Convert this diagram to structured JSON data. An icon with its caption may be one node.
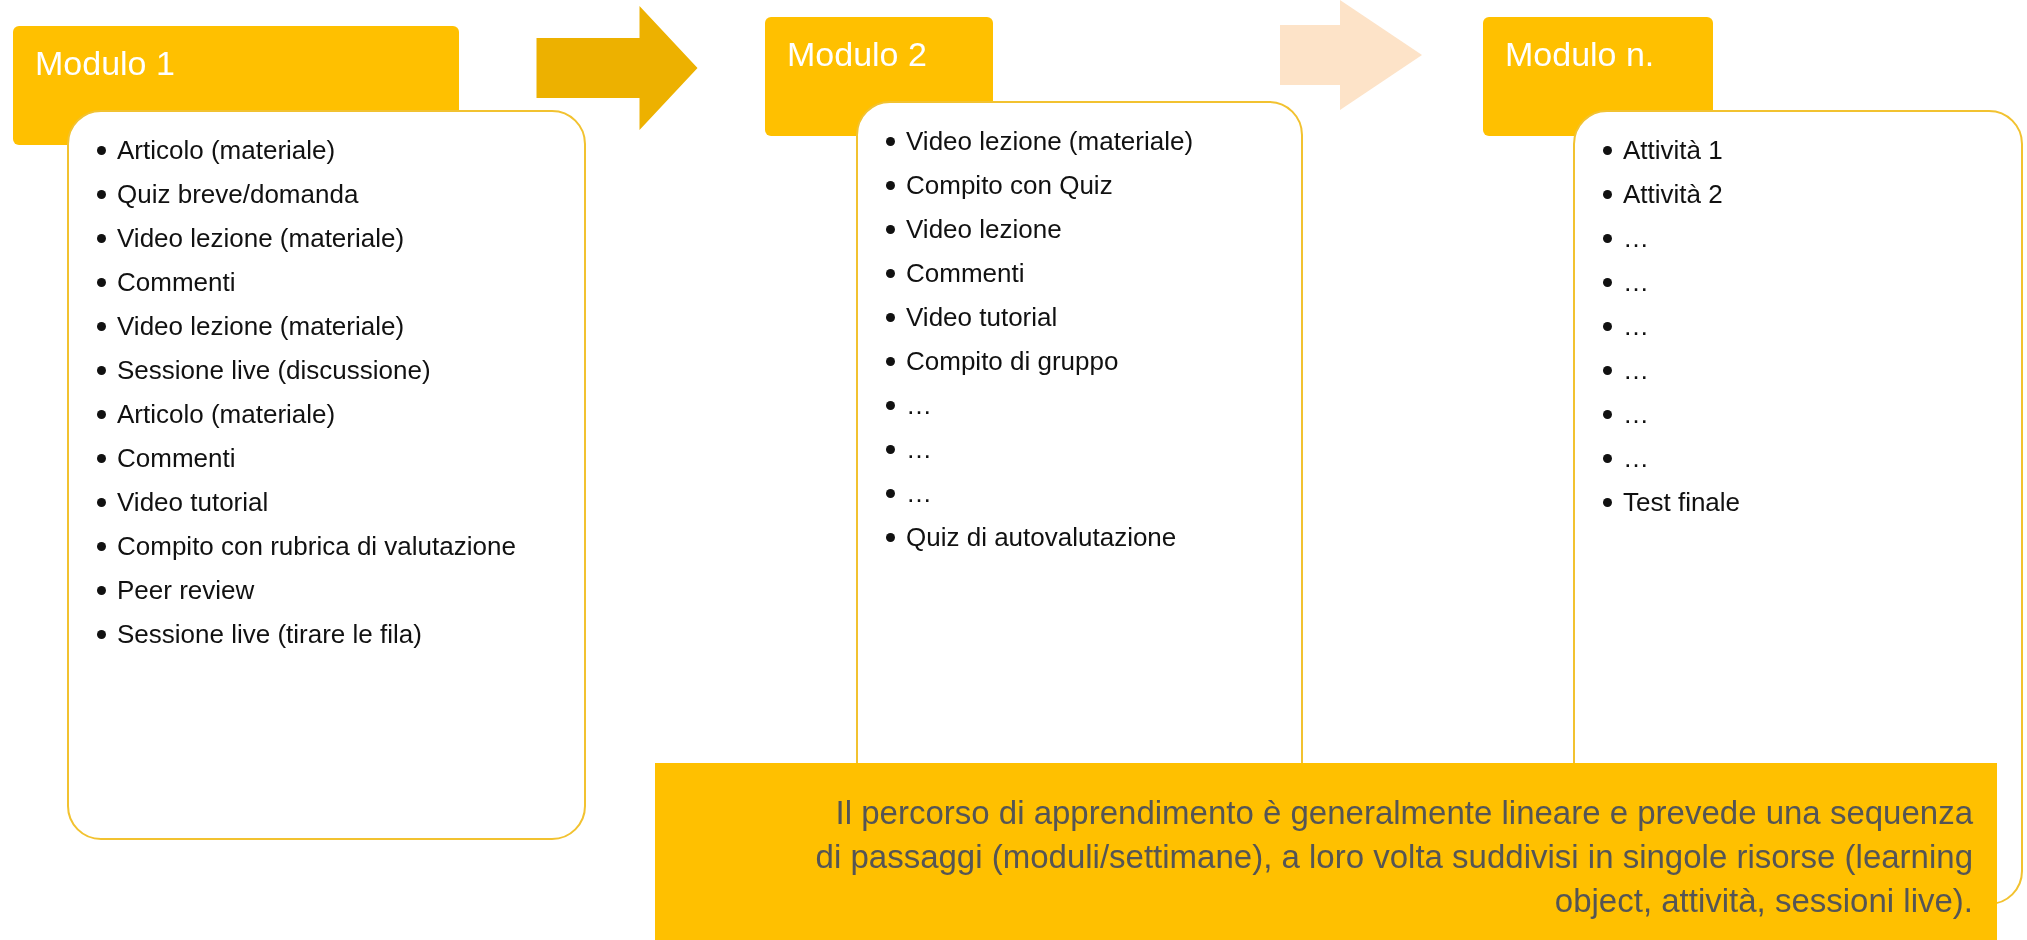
{
  "diagram": {
    "caption": "Il percorso di apprendimento è generalmente lineare e prevede una sequenza di passaggi (moduli/settimane), a loro volta suddivisi in singole risorse (learning object, attività, sessioni live).",
    "nodes": [
      {
        "text": [
          "Modulo 1",
          "Articolo (materiale)",
          "Quiz breve/domanda",
          "Video lezione (materiale)",
          "Commenti",
          "Video lezione (materiale)",
          "Sessione live (discussione)",
          "Articolo (materiale)",
          "Commenti",
          "Video tutorial",
          "Compito con rubrica di valutazione",
          "Peer review",
          "Sessione live (tirare le fila)"
        ]
      },
      {
        "text": [
          "Modulo 2",
          "Video lezione (materiale)",
          "Compito con Quiz",
          "Video lezione",
          "Commenti",
          "Video tutorial",
          "Compito di gruppo",
          "…",
          "…",
          "…",
          "Quiz di autovalutazione"
        ]
      },
      {
        "text": [
          "Modulo n.",
          "Attività 1",
          "Attività 2",
          "…",
          "…",
          "…",
          "…",
          "…",
          "…",
          "Test finale"
        ]
      }
    ],
    "edges": [
      {
        "from": 0,
        "to": 1,
        "arrow": "to",
        "color": "#edb100"
      },
      {
        "from": 1,
        "to": 2,
        "arrow": "to",
        "color": "#fde3c8"
      }
    ]
  }
}
